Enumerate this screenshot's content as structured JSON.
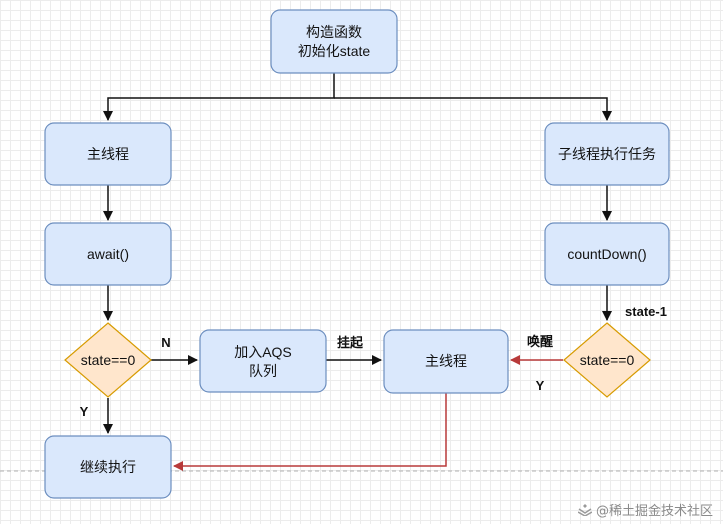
{
  "colors": {
    "box_fill": "#dae8fc",
    "box_stroke": "#6c8ebf",
    "decision_fill": "#ffe6cc",
    "decision_stroke": "#d79b00",
    "edge": "#111111",
    "edge_red": "#b83a3a"
  },
  "nodes": {
    "constructor": {
      "line1": "构造函数",
      "line2": "初始化state"
    },
    "main_thread_left": {
      "label": "主线程"
    },
    "child_thread": {
      "label": "子线程执行任务"
    },
    "await": {
      "label": "await()"
    },
    "count_down": {
      "label": "countDown()"
    },
    "state_check_left": {
      "label": "state==0"
    },
    "enqueue_aqs": {
      "line1": "加入AQS",
      "line2": "队列"
    },
    "main_thread_center": {
      "label": "主线程"
    },
    "state_check_right": {
      "label": "state==0"
    },
    "continue_exec": {
      "label": "继续执行"
    }
  },
  "edge_labels": {
    "no": "N",
    "suspend": "挂起",
    "yes_left": "Y",
    "state_minus_one": "state-1",
    "wake_up": "唤醒",
    "yes_right": "Y"
  },
  "watermark": {
    "text": "@稀土掘金技术社区",
    "icon": "juejin-logo-icon"
  }
}
